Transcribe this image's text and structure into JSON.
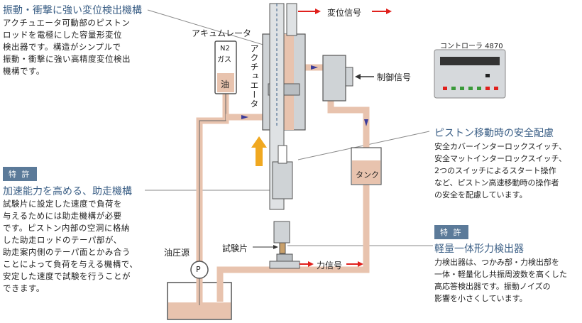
{
  "left_top": {
    "heading": "振動・衝撃に強い変位検出機構",
    "lines": [
      "アクチュエータ可動部のピストン",
      "ロッドを電極にした容量形変位",
      "検出器です。構造がシンプルで",
      "振動・衝撃に強い高精度変位検出",
      "機構です。"
    ]
  },
  "left_mid": {
    "badge": "特 許",
    "heading": "加速能力を高める、助走機構",
    "lines": [
      "試験片に設定した速度で負荷を",
      "与えるためには助走機構が必要",
      "です。ピストン内部の空洞に格納",
      "した助走ロッドのテーパ部が、",
      "助走案内側のテーパ面とかみ合う",
      "ことによって負荷を与える機構で、",
      "安定した速度で試験を行うことが",
      "できます。"
    ]
  },
  "right_mid": {
    "heading": "ピストン移動時の安全配慮",
    "lines": [
      "安全カバーインターロックスイッチ、",
      "安全マットインターロックスイッチ、",
      "2つのスイッチによるスタート操作",
      "など、ピストン高速移動時の操作者",
      "の安全を配慮しています。"
    ]
  },
  "right_bot": {
    "badge": "特 許",
    "heading": "軽量一体形力検出器",
    "lines": [
      "力検出器は、つかみ部・力検出部を",
      "一体・軽量化し共振周波数を高くした",
      "高応答検出器です。振動ノイズの",
      "影響を小さくしています。"
    ]
  },
  "diagram": {
    "accumulator": "アキュムレータ",
    "actuator": "アクチュエータ",
    "n2": "N2",
    "gas": "ガス",
    "oil": "油",
    "displacement_signal": "変位信号",
    "control_signal": "制御信号",
    "tank": "タンク",
    "specimen": "試験片",
    "force_signal": "力信号",
    "pressure_source": "油圧源",
    "pump": "P"
  },
  "controller": {
    "label": "コントローラ 4870"
  },
  "colors": {
    "oil": "#e8c3ae",
    "metal": "#cfd3d6",
    "red_arrow": "#e0201c",
    "accent_blue": "#3b5f86",
    "yellow_arrow": "#f0a820"
  }
}
